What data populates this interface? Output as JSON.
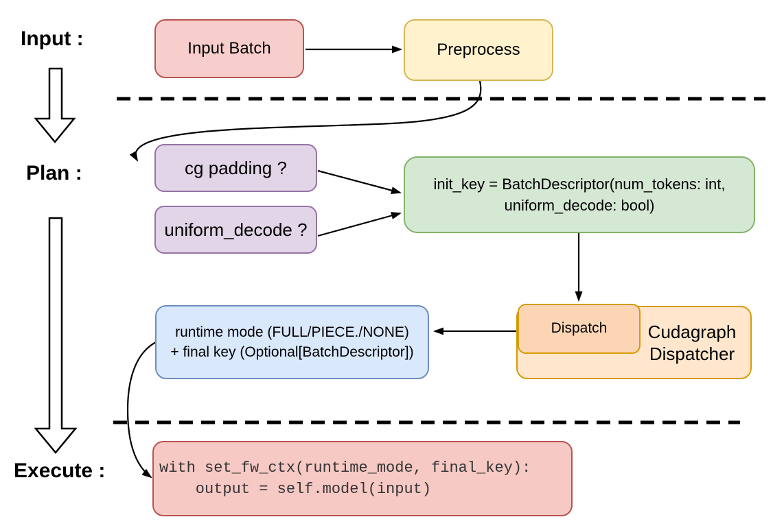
{
  "labels": {
    "input": "Input :",
    "plan": "Plan :",
    "execute": "Execute :"
  },
  "nodes": {
    "input_batch": {
      "label": "Input Batch",
      "fill": "#f8cecc",
      "stroke": "#b85450"
    },
    "preprocess": {
      "label": "Preprocess",
      "fill": "#fff2cc",
      "stroke": "#d6b656"
    },
    "cg_padding": {
      "label": "cg padding ?",
      "fill": "#e1d5e7",
      "stroke": "#9673a6"
    },
    "uniform_decode": {
      "label": "uniform_decode ?",
      "fill": "#e1d5e7",
      "stroke": "#9673a6"
    },
    "init_key": {
      "lines": [
        "init_key = BatchDescriptor(num_tokens: int,",
        "uniform_decode: bool)"
      ],
      "fill": "#d5e8d4",
      "stroke": "#82b366"
    },
    "dispatch": {
      "label": "Dispatch",
      "fill": "#fcd5b5",
      "stroke": "#d79b00"
    },
    "cudagraph_dispatcher": {
      "lines": [
        "Cudagraph",
        "Dispatcher"
      ],
      "fill": "#ffe6cc",
      "stroke": "#d79b00"
    },
    "runtime_mode": {
      "lines": [
        "runtime mode (FULL/PIECE./NONE)",
        "+ final key (Optional[BatchDescriptor])"
      ],
      "fill": "#dae8fc",
      "stroke": "#6c8ebf"
    },
    "execute_code": {
      "lines": [
        "with set_fw_ctx(runtime_mode, final_key):",
        "    output = self.model(input)"
      ],
      "fill": "#f6c9c4",
      "stroke": "#b85450"
    }
  },
  "edges": [
    {
      "from": "input_batch",
      "to": "preprocess"
    },
    {
      "from": "preprocess",
      "to": "cg_padding"
    },
    {
      "from": "cg_padding",
      "to": "init_key"
    },
    {
      "from": "uniform_decode",
      "to": "init_key"
    },
    {
      "from": "init_key",
      "to": "dispatch"
    },
    {
      "from": "dispatch",
      "to": "runtime_mode"
    },
    {
      "from": "runtime_mode",
      "to": "execute_code"
    },
    {
      "from": "section_input",
      "to": "section_plan"
    },
    {
      "from": "section_plan",
      "to": "section_execute"
    }
  ]
}
